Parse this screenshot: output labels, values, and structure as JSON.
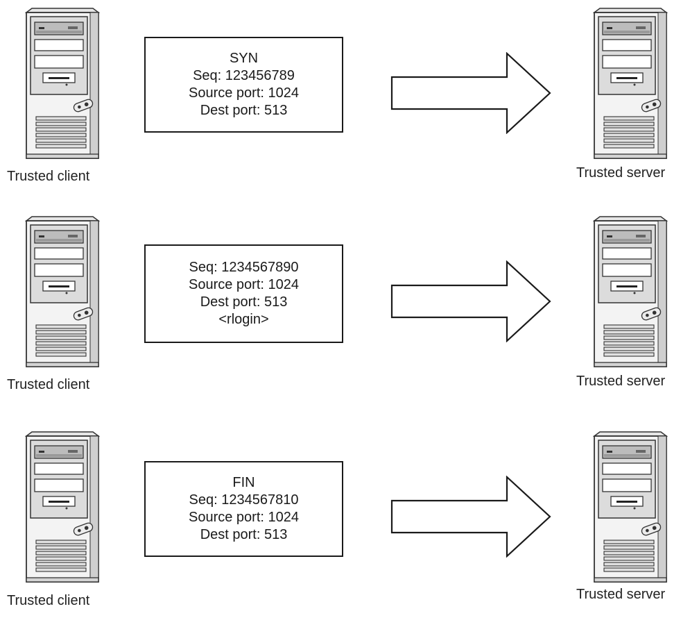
{
  "diagram": {
    "rows": [
      {
        "client_label": "Trusted client",
        "server_label": "Trusted server",
        "packet_lines": [
          "SYN",
          "Seq: 123456789",
          "Source port: 1024",
          "Dest port: 513"
        ]
      },
      {
        "client_label": "Trusted client",
        "server_label": "Trusted server",
        "packet_lines": [
          "Seq: 1234567890",
          "Source port: 1024",
          "Dest port: 513",
          "<rlogin>"
        ]
      },
      {
        "client_label": "Trusted client",
        "server_label": "Trusted server",
        "packet_lines": [
          "FIN",
          "Seq: 1234567810",
          "Source port: 1024",
          "Dest port: 513"
        ]
      }
    ]
  }
}
